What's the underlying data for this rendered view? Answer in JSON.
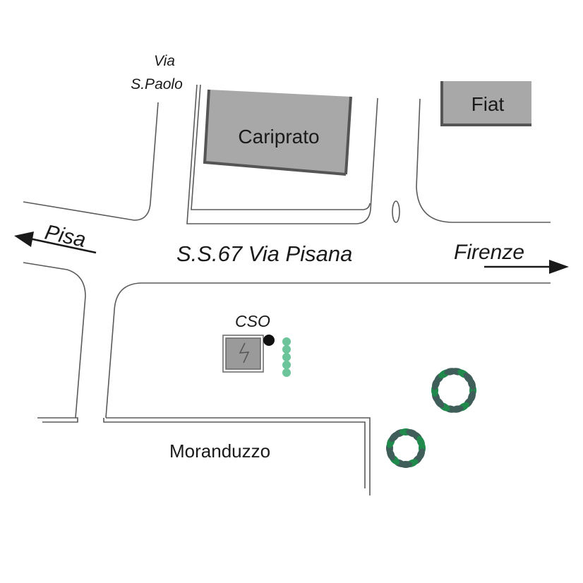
{
  "labels": {
    "via_line1": "Via",
    "via_line2": "S.Paolo",
    "main_road": "S.S.67 Via Pisana",
    "west_direction": "Pisa",
    "east_direction": "Firenze",
    "substation": "CSO",
    "area": "Moranduzzo"
  },
  "buildings": [
    {
      "name": "Cariprato"
    },
    {
      "name": "Fiat"
    }
  ],
  "colors": {
    "road": "#5a5a5a",
    "building_fill": "#a8a8a8",
    "building_edge": "#555555",
    "hedge": "#6cc49a",
    "tree_dark": "#3f5e5a",
    "tree_light": "#1f8a4c"
  }
}
